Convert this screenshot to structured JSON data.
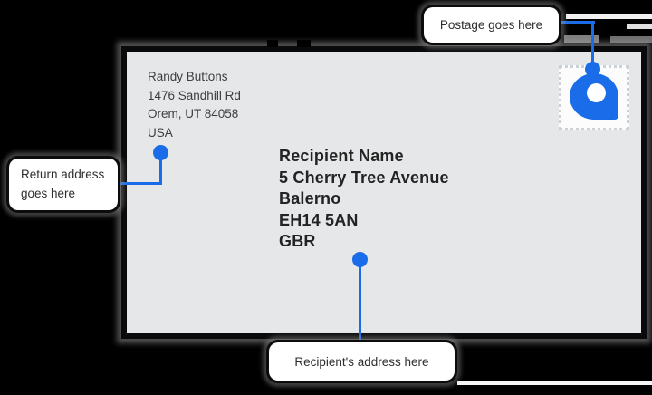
{
  "colors": {
    "background": "#000000",
    "envelope_bg": "#e5e7e9",
    "accent_blue": "#1b6ce8",
    "callout_bg": "#ffffff",
    "text_primary": "#232323",
    "text_secondary": "#3d3d3d"
  },
  "envelope": {
    "return_address_lines": [
      "Randy Buttons",
      "1476 Sandhill Rd",
      "Orem, UT 84058",
      "USA"
    ],
    "recipient_address_lines": [
      "Recipient Name",
      "5 Cherry Tree Avenue",
      "Balerno",
      "EH14 5AN",
      "GBR"
    ],
    "stamp": {
      "icon": "location-pin-logo"
    }
  },
  "callouts": {
    "postage_label": "Postage goes here",
    "return_label_lines": [
      "Return address",
      "goes here"
    ],
    "recipient_label": "Recipient's address here"
  }
}
